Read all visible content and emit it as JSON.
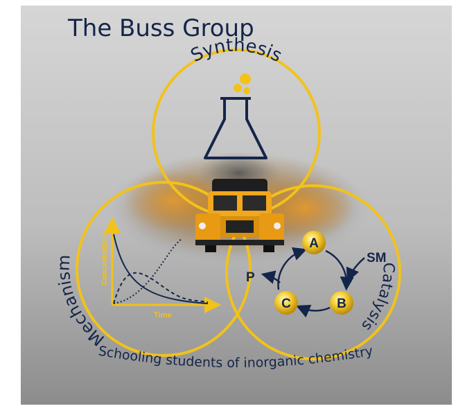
{
  "header": {
    "title": "The Buss Group"
  },
  "circles": {
    "synthesis": "Synthesis",
    "mechanism": "Mechanism",
    "catalysis": "Catalysis"
  },
  "graph": {
    "ylabel": "Concentration",
    "xlabel": "Time"
  },
  "cycle": {
    "a": "A",
    "b": "B",
    "c": "C",
    "sm": "SM",
    "p": "P"
  },
  "footer": {
    "tagline": "Schooling students of inorganic chemistry"
  },
  "colors": {
    "gold": "#f2c21b",
    "navy": "#14254a",
    "bus_yellow": "#f0a81e"
  }
}
